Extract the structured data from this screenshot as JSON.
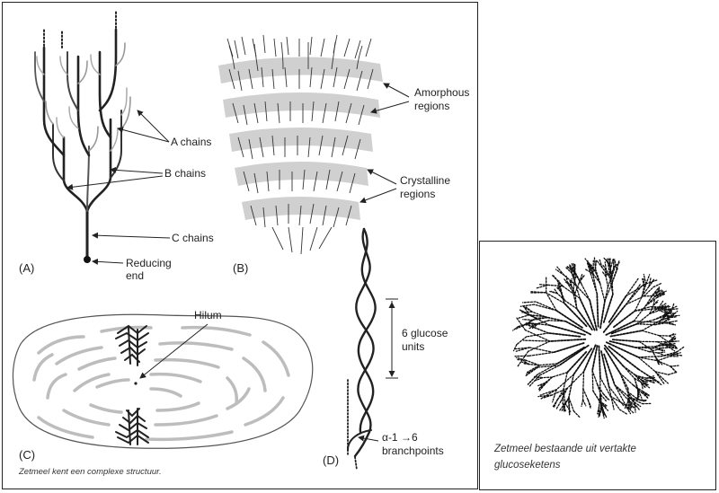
{
  "figure_left": {
    "panel_a": {
      "label": "(A)",
      "callouts": [
        "A chains",
        "B chains",
        "C chains",
        "Reducing",
        "end"
      ]
    },
    "panel_b": {
      "label": "(B)",
      "callouts": [
        "Amorphous",
        "regions",
        "Crystalline",
        "regions"
      ]
    },
    "panel_c": {
      "label": "(C)",
      "callouts": [
        "Hilum"
      ]
    },
    "panel_d": {
      "label": "(D)",
      "callouts": [
        "6 glucose",
        "units",
        "α-1 →6",
        "branchpoints"
      ]
    },
    "caption": "Zetmeel kent een complexe structuur."
  },
  "figure_right": {
    "caption": "Zetmeel bestaande uit vertakte glucoseketens"
  }
}
